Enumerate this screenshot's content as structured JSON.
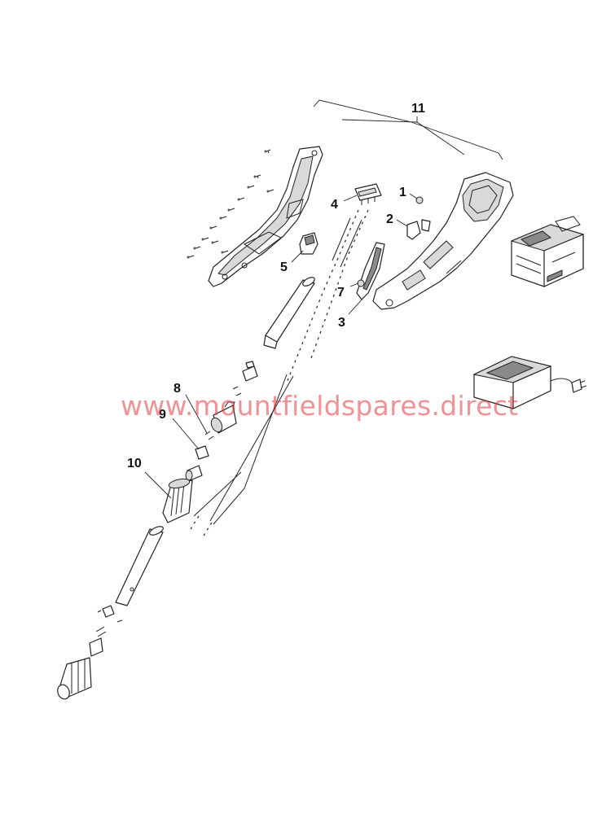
{
  "callouts": {
    "c1": "1",
    "c2": "2",
    "c3": "3",
    "c4": "4",
    "c5": "5",
    "c7": "7",
    "c8": "8",
    "c9": "9",
    "c10": "10",
    "c11": "11"
  },
  "watermark": "www.mountfieldspares.direct",
  "colors": {
    "watermark": "#e0393e",
    "line": "#222222",
    "shade": "#d9d9d9"
  }
}
